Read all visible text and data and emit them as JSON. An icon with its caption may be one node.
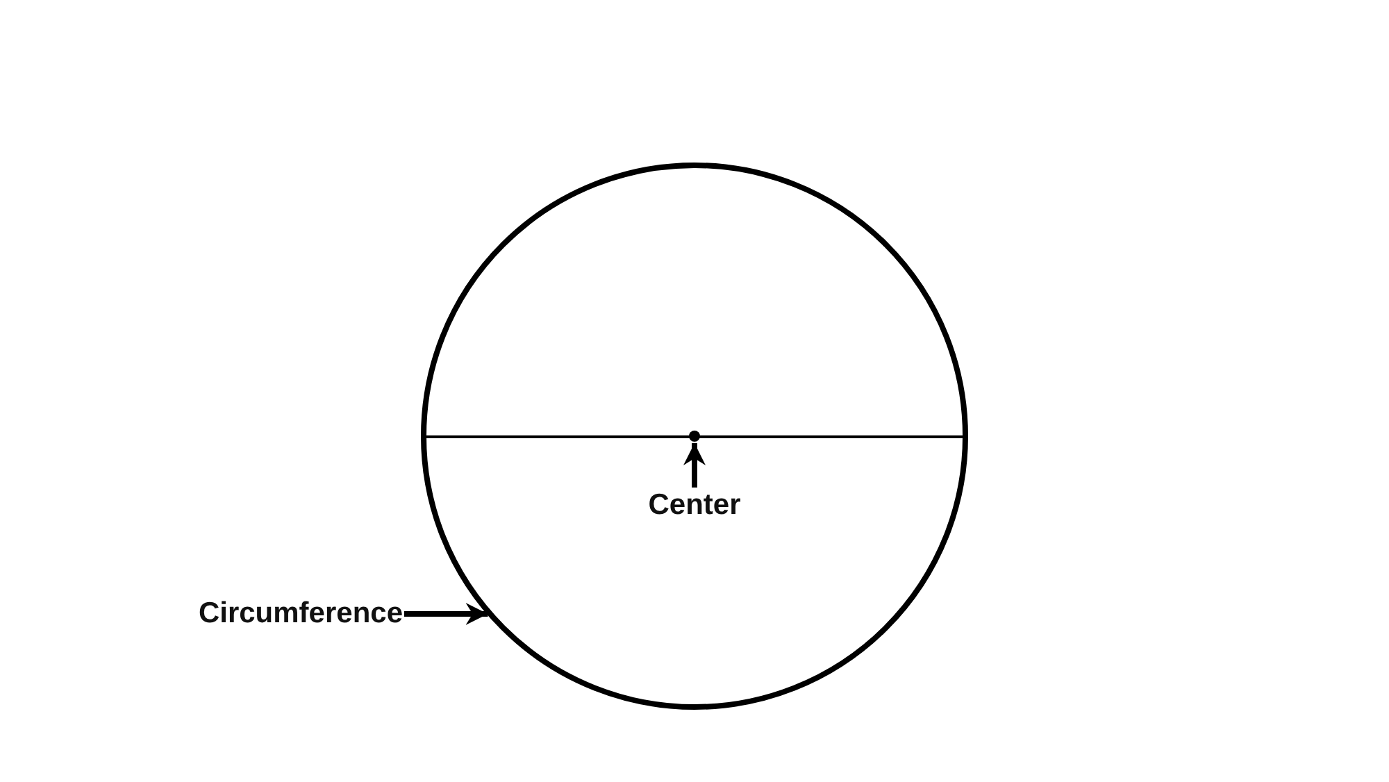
{
  "diagram": {
    "nodes": [
      {
        "text": [],
        "shape": "circle"
      },
      {
        "text": [],
        "shape": "circle",
        "in": 0
      },
      {
        "text": [
          "Center"
        ],
        "in": 0
      },
      {
        "text": [
          "Circumference"
        ]
      }
    ],
    "edges": [
      {
        "from": 2,
        "to": 1,
        "arrow": "to"
      },
      {
        "from": 3,
        "to": 0,
        "arrow": "to"
      }
    ]
  }
}
